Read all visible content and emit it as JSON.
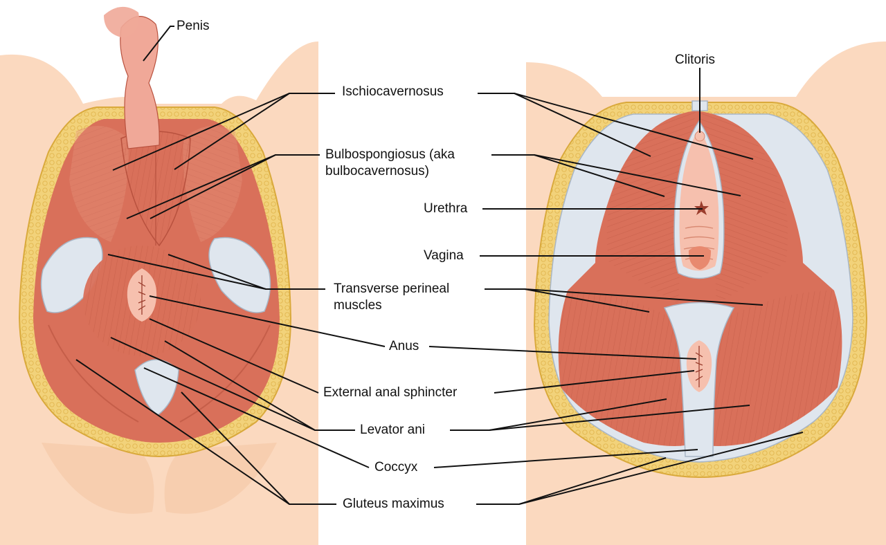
{
  "diagram": {
    "labels": {
      "penis": "Penis",
      "clitoris": "Clitoris",
      "ischiocavernosus": "Ischiocavernosus",
      "bulbospongiosus_line1": "Bulbospongiosus (aka",
      "bulbospongiosus_line2": "bulbocavernosus)",
      "urethra": "Urethra",
      "vagina": "Vagina",
      "transverse_line1": "Transverse perineal",
      "transverse_line2": "muscles",
      "anus": "Anus",
      "external_anal_sphincter": "External anal sphincter",
      "levator_ani": "Levator ani",
      "coccyx": "Coccyx",
      "gluteus_maximus": "Gluteus maximus"
    },
    "colors": {
      "skin": "#fbd9bf",
      "skin_shadow": "#f3c3a0",
      "fat": "#f2d27a",
      "fat_edge": "#d9a93b",
      "muscle": "#d9705a",
      "muscle_dark": "#b8513e",
      "muscle_light": "#e89880",
      "ligament": "#dfe6ee",
      "ligament_edge": "#a8b6c6",
      "penis": "#f0a898",
      "orifice": "#f6c0ae",
      "leader": "#111111"
    }
  }
}
